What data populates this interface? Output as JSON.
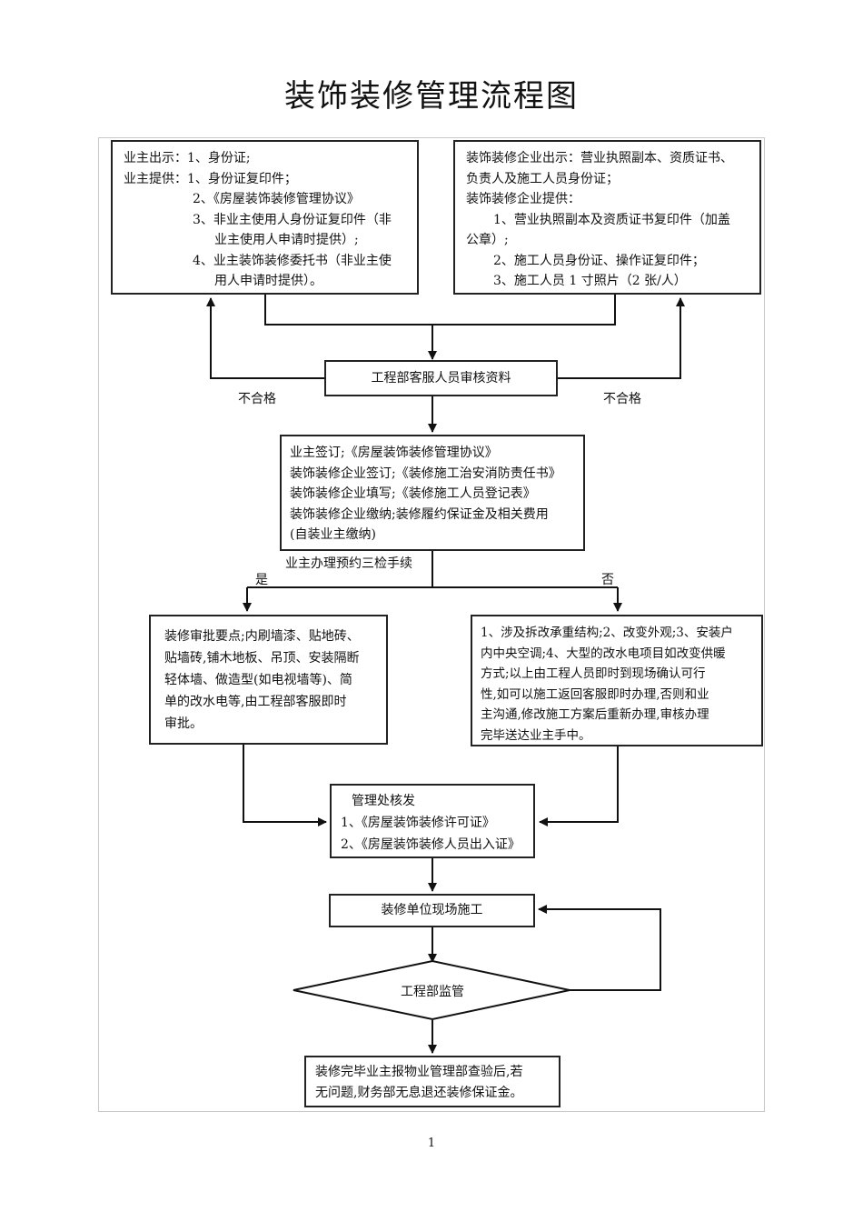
{
  "title": "装饰装修管理流程图",
  "owner_docs": [
    "业主出示：1、身份证;",
    "业主提供：1、身份证复印件；",
    "2、《房屋装饰装修管理协议》",
    "3、非业主使用人身份证复印件（非",
    "业主使用人申请时提供）;",
    "4、业主装饰装修委托书（非业主使",
    "用人申请时提供）。"
  ],
  "company_docs": [
    "装饰装修企业出示：营业执照副本、资质证书、",
    "负责人及施工人员身份证；",
    "装饰装修企业提供：",
    "1、营业执照副本及资质证书复印件（加盖",
    "公章）;",
    "2、施工人员身份证、操作证复印件；",
    "3、施工人员 1 寸照片（2 张/人）"
  ],
  "review": "工程部客服人员审核资料",
  "fail_left": "不合格",
  "fail_right": "不合格",
  "signing": [
    "业主签订;《房屋装饰装修管理协议》",
    "装饰装修企业签订;《装修施工治安消防责任书》",
    "装饰装修企业填写;《装修施工人员登记表》",
    "装饰装修企业缴纳;装修履约保证金及相关费用",
    "(自装业主缴纳)"
  ],
  "three_checks": "业主办理预约三检手续",
  "yes": "是",
  "no": "否",
  "simple_approval": [
    "装修审批要点;内刷墙漆、贴地砖、",
    "贴墙砖,铺木地板、吊顶、安装隔断",
    "轻体墙、做造型(如电视墙等)、简",
    "单的改水电等,由工程部客服即时",
    "审批。"
  ],
  "complex_approval": [
    "1、涉及拆改承重结构;2、改变外观;3、安装户",
    "内中央空调;4、大型的改水电项目如改变供暖",
    "方式;以上由工程人员即时到现场确认可行",
    "性,如可以施工返回客服即时办理,否则和业",
    "主沟通,修改施工方案后重新办理,审核办理",
    "完毕送达业主手中。"
  ],
  "issue": [
    "管理处核发",
    "1、《房屋装饰装修许可证》",
    "2、《房屋装饰装修人员出入证》"
  ],
  "construction": "装修单位现场施工",
  "supervision": "工程部监管",
  "completion": [
    "装修完毕业主报物业管理部查验后,若",
    "无问题,财务部无息退还装修保证金。"
  ],
  "page_number": "1"
}
